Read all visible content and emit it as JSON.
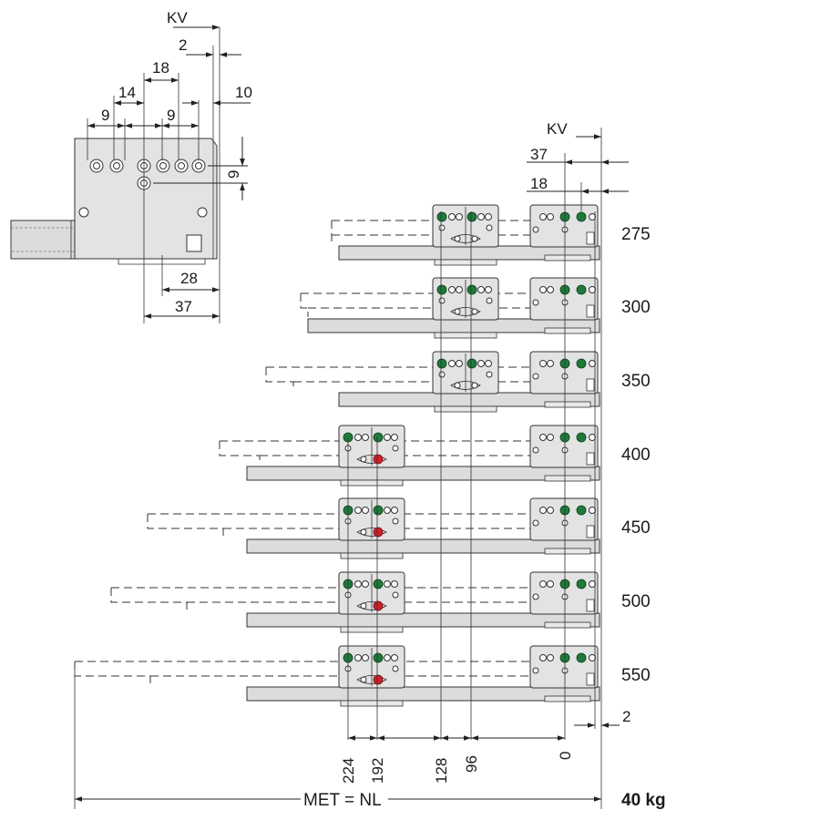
{
  "diagram": {
    "detail": {
      "kv_label": "KV",
      "dims_top": [
        "2",
        "18",
        "14",
        "10",
        "9",
        "9"
      ],
      "dim_side": "9",
      "dims_bottom": [
        "28",
        "37"
      ]
    },
    "main": {
      "kv_label": "KV",
      "dim_37": "37",
      "dim_18": "18",
      "dim_2": "2",
      "lengths": [
        "275",
        "300",
        "350",
        "400",
        "450",
        "500",
        "550"
      ],
      "positions": [
        "224",
        "192",
        "128",
        "96",
        "0"
      ],
      "met_label": "MET = NL",
      "load_label": "40 kg"
    },
    "colors": {
      "green_marker": "#1f7a3a",
      "red_marker": "#d0202a"
    }
  }
}
